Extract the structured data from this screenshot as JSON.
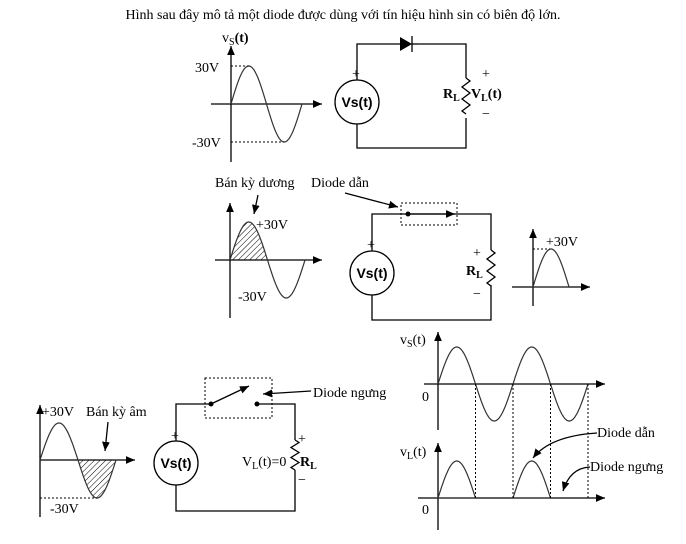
{
  "title": "Hình sau đây mô tả một diode được dùng với tín hiệu hình sin có biên độ lớn.",
  "top": {
    "graph": {
      "ylabel_main": "v",
      "ylabel_sub": "S",
      "ylabel_tail": "(t)",
      "pos_label": "30V",
      "neg_label": "-30V"
    },
    "circuit": {
      "source": "Vs(t)",
      "r_main": "R",
      "r_sub": "L",
      "vl_main": "V",
      "vl_sub": "L",
      "vl_tail": "(t)",
      "plus": "+",
      "minus": "−"
    }
  },
  "middle": {
    "graph": {
      "pos_label": "+30V",
      "neg_label": "-30V",
      "annotation": "Bán kỳ dương"
    },
    "diode_label": "Diode dẫn",
    "circuit": {
      "source": "Vs(t)",
      "r_main": "R",
      "r_sub": "L",
      "plus": "+",
      "minus": "−"
    },
    "output": {
      "pos_label": "+30V"
    }
  },
  "bottom_left": {
    "graph": {
      "pos_label": "+30V",
      "neg_label": "-30V",
      "annotation": "Bán kỳ âm"
    },
    "diode_label": "Diode ngưng",
    "circuit": {
      "source": "Vs(t)",
      "r_main": "R",
      "r_sub": "L",
      "vl_main": "V",
      "vl_sub": "L",
      "vl_tail": "(t)=0",
      "plus": "+",
      "minus": "−"
    }
  },
  "bottom_right": {
    "vs_main": "v",
    "vs_sub": "S",
    "vs_tail": "(t)",
    "zero_top": "0",
    "vl_main": "v",
    "vl_sub": "L",
    "vl_tail": "(t)",
    "zero_bottom": "0",
    "conduct_label": "Diode dẫn",
    "off_label": "Diode ngưng"
  }
}
